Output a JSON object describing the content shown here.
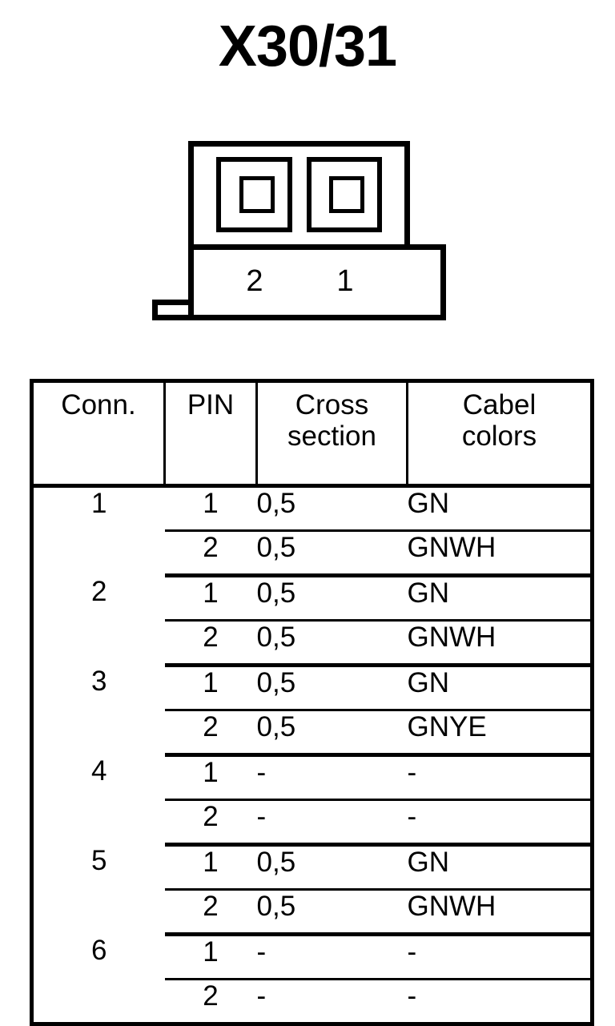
{
  "title": "X30/31",
  "connector": {
    "pin_labels": [
      "2",
      "1"
    ],
    "cavity_count": 2,
    "line_color": "#000000",
    "fill_color": "#ffffff"
  },
  "table": {
    "headers": [
      "Conn.",
      "PIN",
      "Cross section",
      "Cabel colors"
    ],
    "header_lines": {
      "conn": "Conn.",
      "pin": "PIN",
      "cross_line1": "Cross",
      "cross_line2": "section",
      "cabel_line1": "Cabel",
      "cabel_line2": "colors"
    },
    "groups": [
      {
        "conn": "1",
        "rows": [
          {
            "pin": "1",
            "cross_section": "0,5",
            "cabel_color": "GN"
          },
          {
            "pin": "2",
            "cross_section": "0,5",
            "cabel_color": "GNWH"
          }
        ]
      },
      {
        "conn": "2",
        "rows": [
          {
            "pin": "1",
            "cross_section": "0,5",
            "cabel_color": "GN"
          },
          {
            "pin": "2",
            "cross_section": "0,5",
            "cabel_color": "GNWH"
          }
        ]
      },
      {
        "conn": "3",
        "rows": [
          {
            "pin": "1",
            "cross_section": "0,5",
            "cabel_color": "GN"
          },
          {
            "pin": "2",
            "cross_section": "0,5",
            "cabel_color": "GNYE"
          }
        ]
      },
      {
        "conn": "4",
        "rows": [
          {
            "pin": "1",
            "cross_section": "-",
            "cabel_color": "-"
          },
          {
            "pin": "2",
            "cross_section": "-",
            "cabel_color": "-"
          }
        ]
      },
      {
        "conn": "5",
        "rows": [
          {
            "pin": "1",
            "cross_section": "0,5",
            "cabel_color": "GN"
          },
          {
            "pin": "2",
            "cross_section": "0,5",
            "cabel_color": "GNWH"
          }
        ]
      },
      {
        "conn": "6",
        "rows": [
          {
            "pin": "1",
            "cross_section": "-",
            "cabel_color": "-"
          },
          {
            "pin": "2",
            "cross_section": "-",
            "cabel_color": "-"
          }
        ]
      }
    ]
  }
}
